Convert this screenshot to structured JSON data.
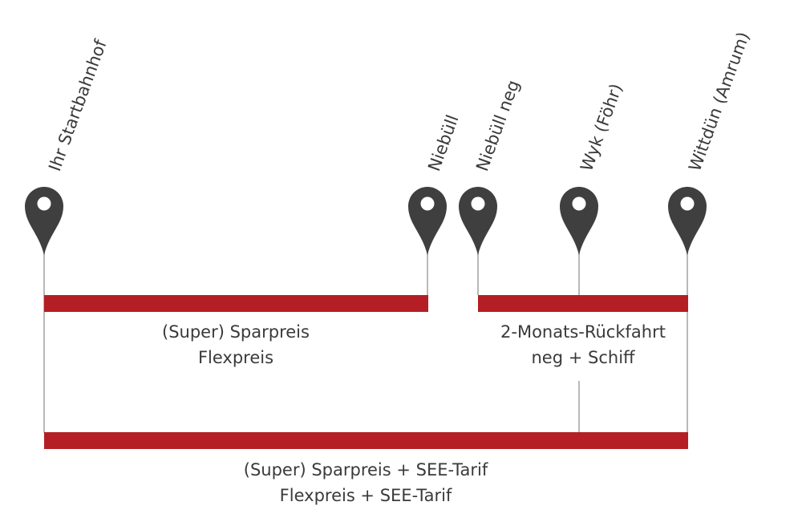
{
  "colors": {
    "bar": "#b31f24",
    "pin": "#3f3f3f",
    "pin_hole": "#ffffff",
    "line": "#b9b9b9",
    "text": "#3a3a3a"
  },
  "stations": [
    {
      "id": "start",
      "label": "Ihr Startbahnhof",
      "icon": "map-pin-icon"
    },
    {
      "id": "niebuell",
      "label": "Niebüll",
      "icon": "map-pin-icon"
    },
    {
      "id": "niebuell-neg",
      "label": "Niebüll neg",
      "icon": "map-pin-icon"
    },
    {
      "id": "wyk",
      "label": "Wyk (Föhr)",
      "icon": "map-pin-icon"
    },
    {
      "id": "wittduen",
      "label": "Wittdün (Amrum)",
      "icon": "map-pin-icon"
    }
  ],
  "segments": [
    {
      "id": "start-niebuell",
      "from": "start",
      "to": "niebuell",
      "lines": [
        "(Super) Sparpreis",
        "Flexpreis"
      ]
    },
    {
      "id": "neg-wittduen",
      "from": "niebuell-neg",
      "to": "wittduen",
      "lines": [
        "2-Monats-Rückfahrt",
        "neg + Schiff"
      ]
    },
    {
      "id": "start-wittduen",
      "from": "start",
      "to": "wittduen",
      "lines": [
        "(Super) Sparpreis + SEE-Tarif",
        "Flexpreis + SEE-Tarif"
      ]
    }
  ]
}
